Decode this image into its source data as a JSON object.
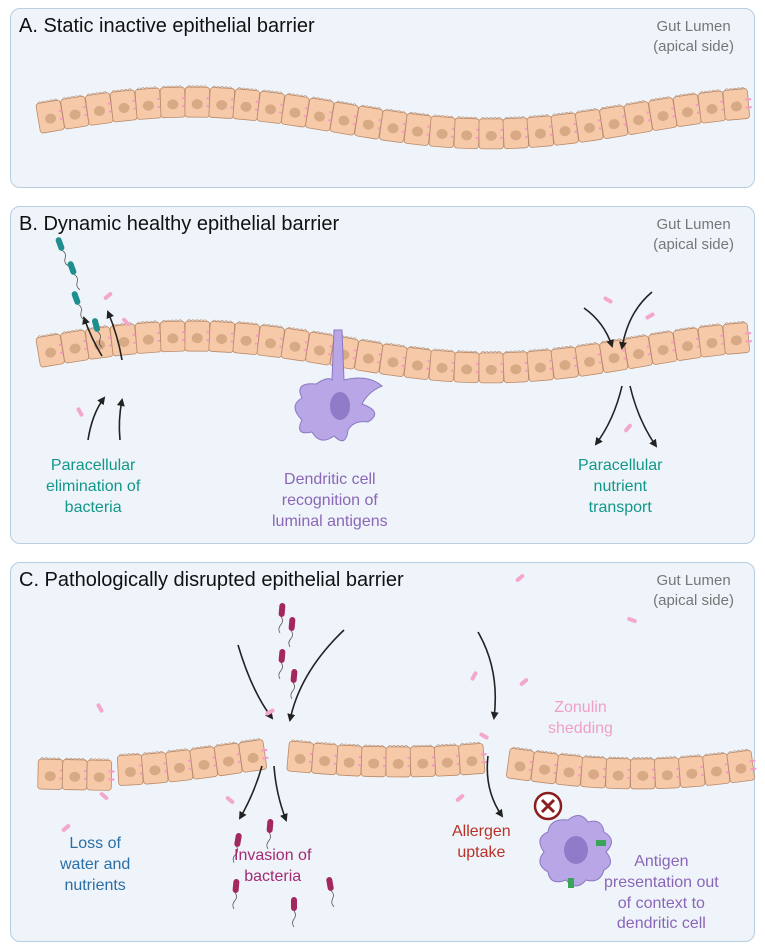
{
  "panels": {
    "a": {
      "title": "A. Static inactive epithelial barrier",
      "lumen_line1": "Gut Lumen",
      "lumen_line2": "(apical side)"
    },
    "b": {
      "title": "B. Dynamic healthy epithelial barrier",
      "lumen_line1": "Gut Lumen",
      "lumen_line2": "(apical side)"
    },
    "c": {
      "title": "C. Pathologically disrupted epithelial barrier",
      "lumen_line1": "Gut Lumen",
      "lumen_line2": "(apical side)"
    }
  },
  "labels": {
    "paracellular_elimination": [
      "Paracellular",
      "elimination of",
      "bacteria"
    ],
    "dendritic_recognition": [
      "Dendritic cell",
      "recognition of",
      "luminal antigens"
    ],
    "nutrient_transport": [
      "Paracellular",
      "nutrient",
      "transport"
    ],
    "loss_water": [
      "Loss of",
      "water and",
      "nutrients"
    ],
    "invasion": [
      "Invasion of",
      "bacteria"
    ],
    "allergen": [
      "Allergen",
      "uptake"
    ],
    "zonulin": [
      "Zonulin",
      "shedding"
    ],
    "antigen_presentation": [
      "Antigen",
      "presentation out",
      "of context to",
      "dendritic cell"
    ]
  },
  "colors": {
    "panel_bg": "#eef4f9",
    "panel_border": "#b7cde0",
    "cell_fill": "#f6c9a8",
    "cell_stroke": "#b98a6a",
    "nucleus": "#d7a985",
    "junction": "#f49ac6",
    "teal_bacteria": "#1f8e8e",
    "magenta_bacteria": "#a3285f",
    "dendritic": "#b9a6e6",
    "dendritic_core": "#8f7bc8"
  },
  "icons": [
    "bacteria-icon",
    "dendritic-cell-icon",
    "blocked-receptor-icon",
    "arrow-icon",
    "zonulin-fragment-icon"
  ]
}
